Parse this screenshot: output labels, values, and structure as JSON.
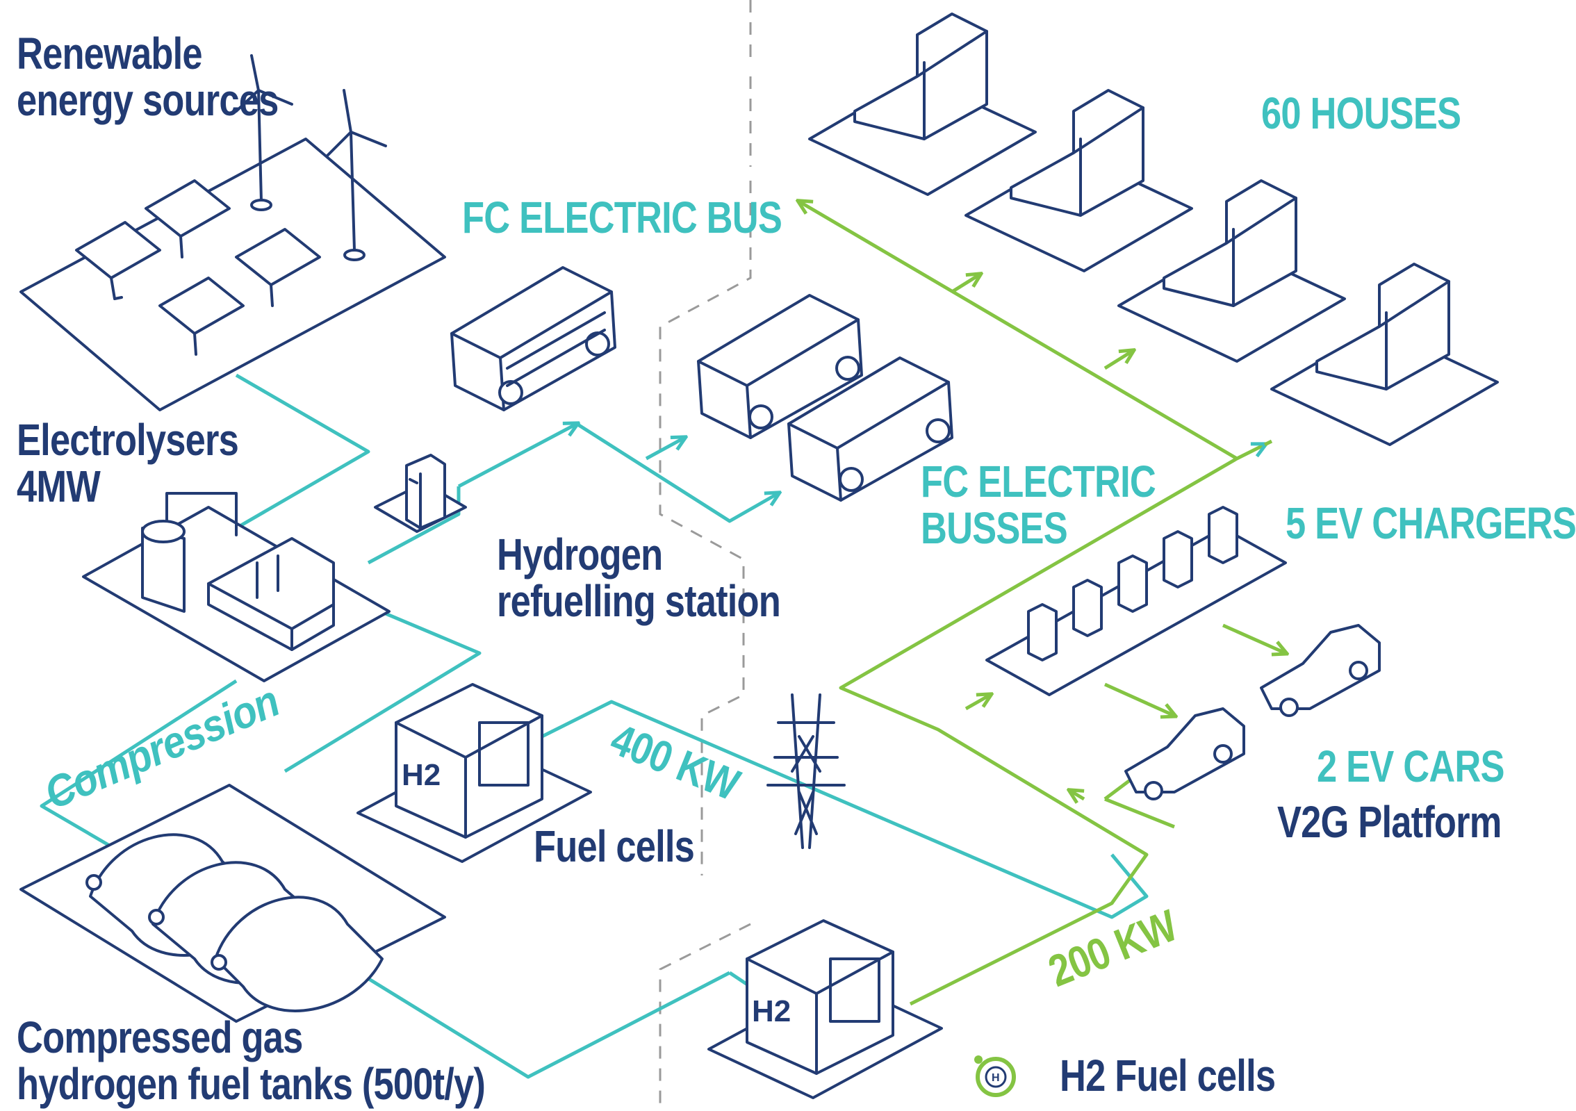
{
  "labels": {
    "renewable": [
      "Renewable",
      "energy sources"
    ],
    "electrolysers": [
      "Electrolysers",
      "4MW"
    ],
    "compression": "Compression",
    "tanks": [
      "Compressed gas",
      "hydrogen fuel tanks (500t/y)"
    ],
    "fc_bus": "FC ELECTRIC BUS",
    "refuelling": [
      "Hydrogen",
      "refuelling station"
    ],
    "fuel_cells": "Fuel cells",
    "kw400": "400 KW",
    "kw200": "200 KW",
    "fc_busses": [
      "FC ELECTRIC",
      "BUSSES"
    ],
    "houses": "60 HOUSES",
    "chargers": "5 EV CHARGERS",
    "ev_cars": "2 EV CARS",
    "v2g": "V2G Platform",
    "legend_h2": "H2 Fuel cells",
    "h2_tag": "H2",
    "h_glyph": "H"
  },
  "colors": {
    "navy": "#223b73",
    "teal": "#3fc1bf",
    "green": "#84c443",
    "divider": "#9a9a9a"
  },
  "icons": [
    "solar-panel-icon",
    "wind-turbine-icon",
    "electrolyser-icon",
    "hydrogen-tank-icon",
    "bus-icon",
    "refuelling-pump-icon",
    "fuel-cell-icon",
    "pylon-icon",
    "house-icon",
    "ev-charger-icon",
    "car-icon",
    "h2-fuel-cell-legend-icon"
  ]
}
